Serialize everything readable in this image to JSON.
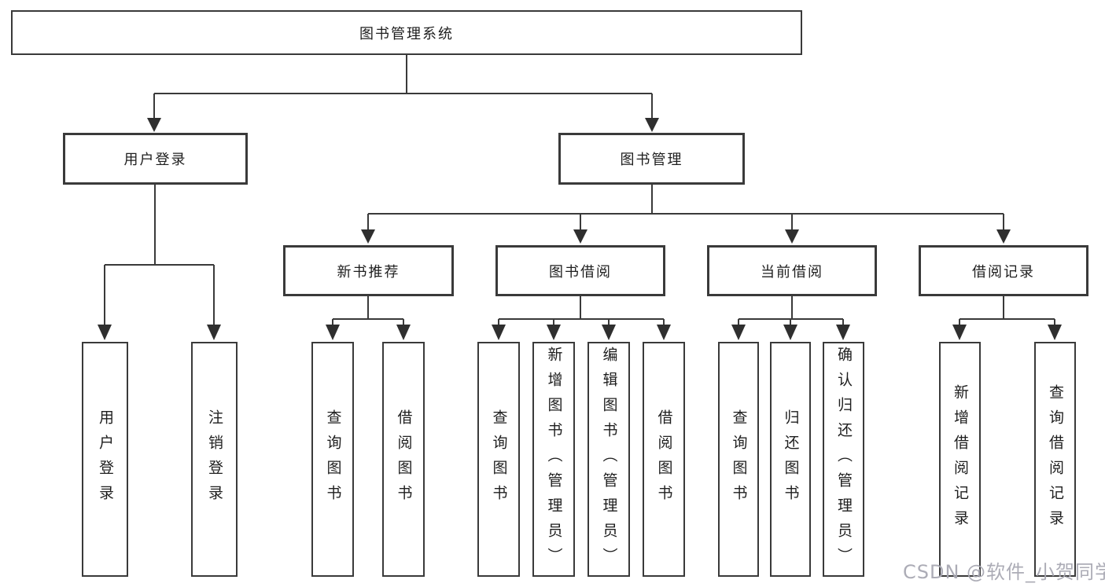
{
  "diagram": {
    "root": {
      "label": "图书管理系统"
    },
    "branches": [
      {
        "label": "用户登录",
        "children": [
          {
            "label": "用户登录"
          },
          {
            "label": "注销登录"
          }
        ]
      },
      {
        "label": "图书管理",
        "children": [
          {
            "label": "新书推荐",
            "children": [
              {
                "label": "查询图书"
              },
              {
                "label": "借阅图书"
              }
            ]
          },
          {
            "label": "图书借阅",
            "children": [
              {
                "label": "查询图书"
              },
              {
                "label": "新增图书（管理员）"
              },
              {
                "label": "编辑图书（管理员）"
              },
              {
                "label": "借阅图书"
              }
            ]
          },
          {
            "label": "当前借阅",
            "children": [
              {
                "label": "查询图书"
              },
              {
                "label": "归还图书"
              },
              {
                "label": "确认归还（管理员）"
              }
            ]
          },
          {
            "label": "借阅记录",
            "children": [
              {
                "label": "新增借阅记录"
              },
              {
                "label": "查询借阅记录"
              }
            ]
          }
        ]
      }
    ],
    "colors": {
      "line": "#3a3a3a",
      "box_border": "#3a3a3a",
      "text": "#1e1e1e",
      "background": "#ffffff",
      "watermark": "#a8a8b2"
    }
  },
  "watermark": {
    "text": "CSDN @软件_小贺同学"
  }
}
